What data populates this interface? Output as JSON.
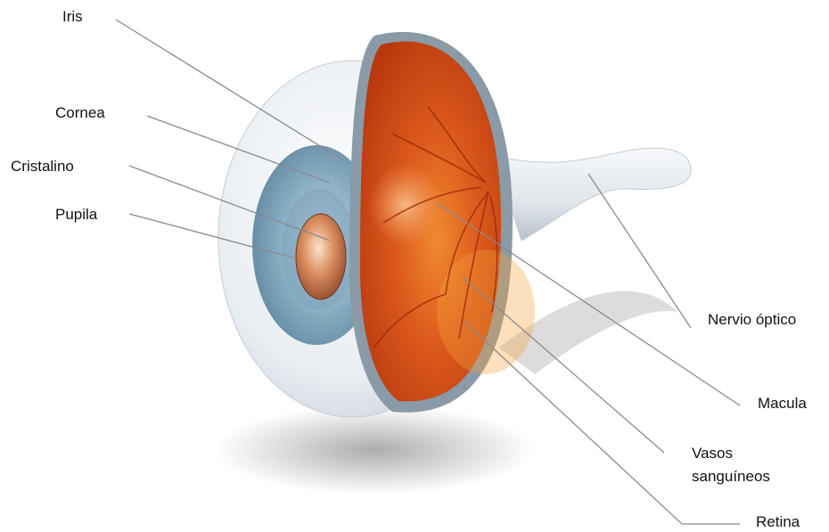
{
  "labels": {
    "iris": "Iris",
    "cornea": "Cornea",
    "cristalino": "Cristalino",
    "pupila": "Pupila",
    "nervio_optico": "Nervio óptico",
    "macula": "Macula",
    "vasos_line1": "Vasos",
    "vasos_line2": "sanguíneos",
    "retina": "Retina"
  },
  "colors": {
    "sclera": "#e9eef3",
    "iris": "#8fb3c8",
    "retina": "#d9541a",
    "macula": "#f3a46a",
    "lens": "#d98a5a",
    "leader_line": "#8a8a8a"
  }
}
